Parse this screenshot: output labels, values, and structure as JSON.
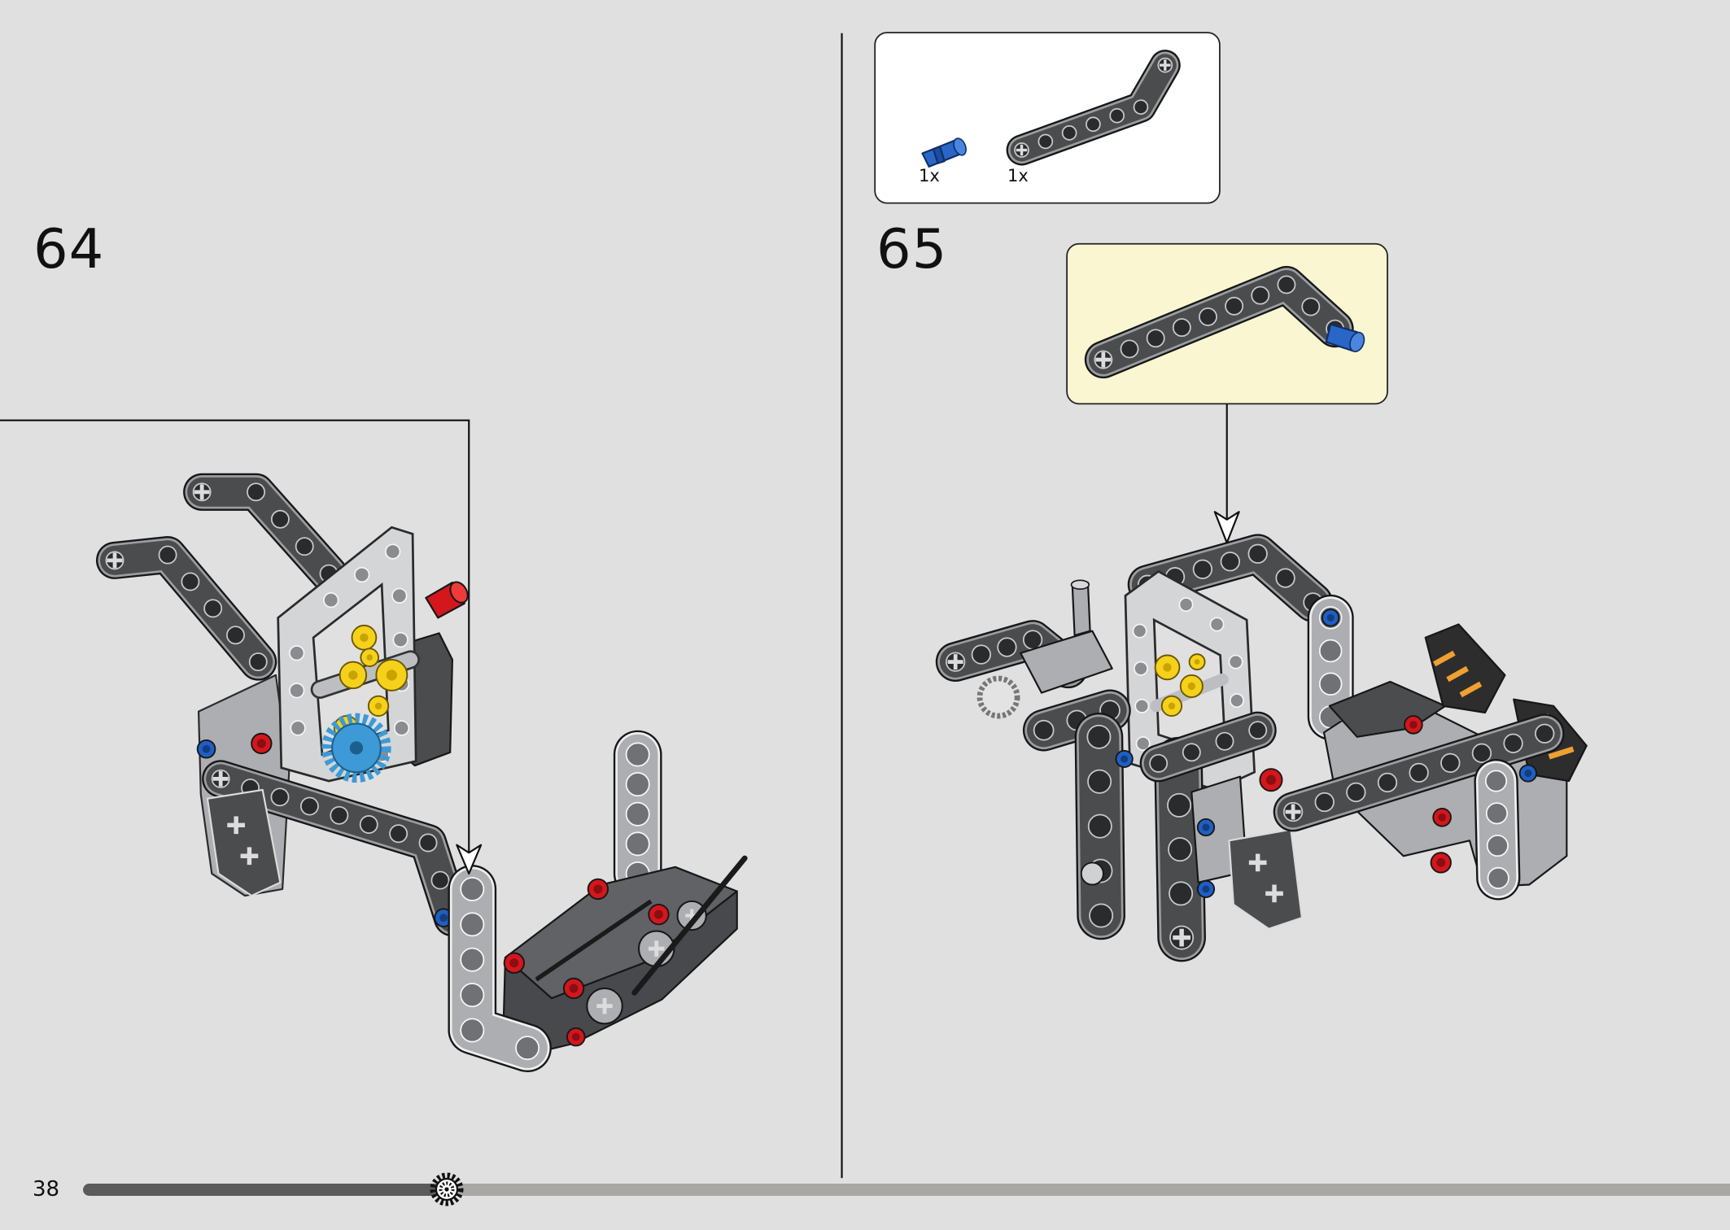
{
  "page": {
    "number": "38",
    "progress_fraction": 0.221
  },
  "steps": [
    {
      "number": "64"
    },
    {
      "number": "65",
      "parts": [
        {
          "count": "1x",
          "icon": "blue-pin-icon"
        },
        {
          "count": "1x",
          "icon": "bent-beam-icon"
        }
      ]
    }
  ],
  "colors": {
    "background": "#e0e0e0",
    "parts_box": "#ffffff",
    "callout": "#fbf6d2",
    "progress_done": "#5b5b5b",
    "progress_remaining": "#aaa8a4"
  }
}
